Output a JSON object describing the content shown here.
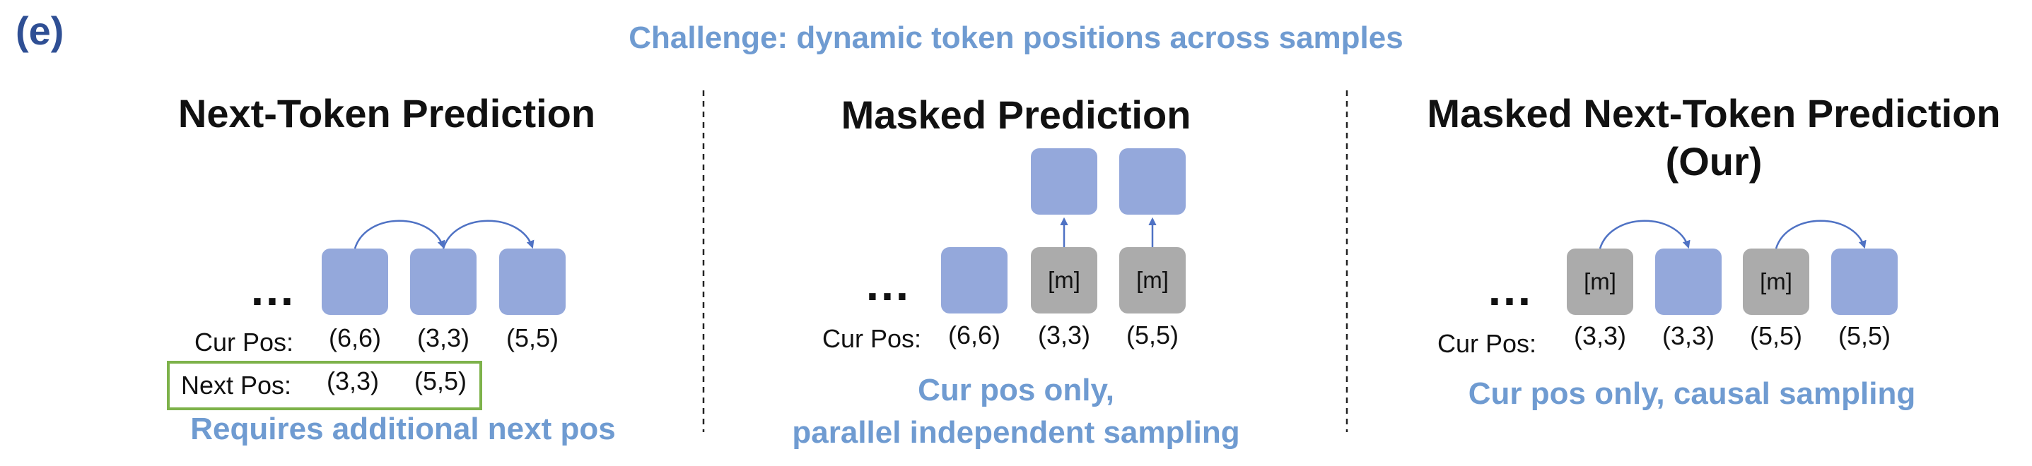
{
  "panel_label": "(e)",
  "header": "Challenge: dynamic token positions across samples",
  "colors": {
    "token": "#94a8db",
    "mask": "#ababab",
    "arrow": "#4f72c4",
    "accent_text": "#6f9bd1",
    "frame": "#7db24a"
  },
  "panels": {
    "ntp": {
      "title": "Next-Token Prediction",
      "ellipsis": "…",
      "cur_label": "Cur Pos:",
      "cur": [
        "(6,6)",
        "(3,3)",
        "(5,5)"
      ],
      "next_label": "Next Pos:",
      "next": [
        "(3,3)",
        "(5,5)"
      ],
      "caption": "Requires additional next pos"
    },
    "mp": {
      "title": "Masked Prediction",
      "ellipsis": "…",
      "mask_token": "[m]",
      "cur_label": "Cur Pos:",
      "cur": [
        "(6,6)",
        "(3,3)",
        "(5,5)"
      ],
      "caption_1": "Cur pos only,",
      "caption_2": "parallel independent sampling"
    },
    "mntp": {
      "title_1": "Masked Next-Token Prediction",
      "title_2": "(Our)",
      "ellipsis": "…",
      "mask_token": "[m]",
      "cur_label": "Cur Pos:",
      "cur": [
        "(3,3)",
        "(3,3)",
        "(5,5)",
        "(5,5)"
      ],
      "caption": "Cur pos only, causal sampling"
    }
  }
}
